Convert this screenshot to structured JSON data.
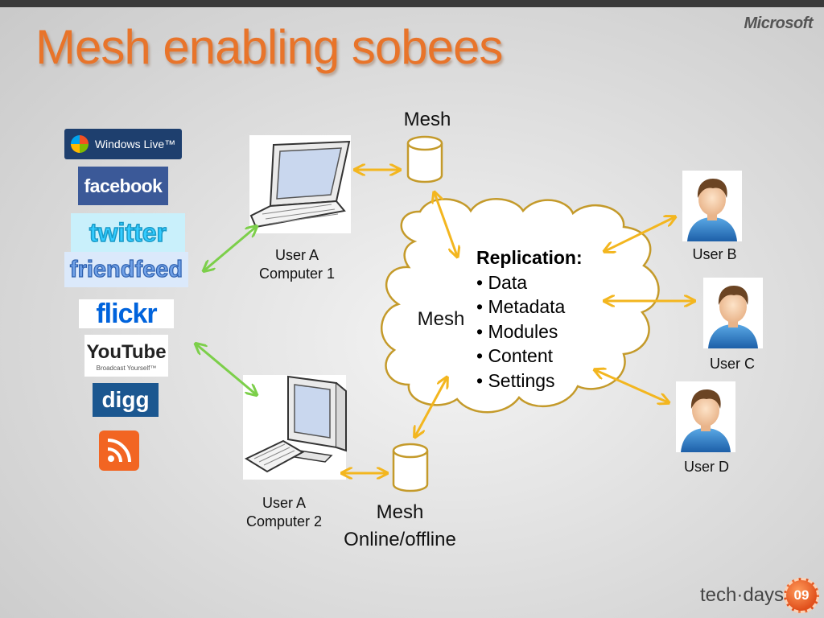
{
  "slide": {
    "title": "Mesh enabling sobees",
    "brand": "Microsoft",
    "footer": "tech·days",
    "footer_badge": "09"
  },
  "services": [
    {
      "name": "windows-live",
      "label": "Windows Live™",
      "bg": "#1e3f6e",
      "fg": "#ffffff"
    },
    {
      "name": "facebook",
      "label": "facebook",
      "bg": "#3b5998",
      "fg": "#ffffff"
    },
    {
      "name": "twitter",
      "label": "twitter",
      "bg": "#9be3f5",
      "fg": "#33ccff"
    },
    {
      "name": "friendfeed",
      "label": "friendfeed",
      "bg": "#dbe9fb",
      "fg": "#4a7fd1"
    },
    {
      "name": "flickr",
      "label": "flickr",
      "bg": "#ffffff",
      "fg": "#0063dc",
      "accent": "#ff0084"
    },
    {
      "name": "youtube",
      "label": "YouTube",
      "tagline": "Broadcast Yourself™",
      "bg": "#ffffff",
      "fg": "#222222",
      "accent": "#cc181e"
    },
    {
      "name": "digg",
      "label": "digg",
      "bg": "#1b5790",
      "fg": "#ffffff"
    },
    {
      "name": "rss",
      "label": "rss-feed-icon",
      "bg": "#f26522"
    }
  ],
  "nodes": {
    "computer1": {
      "line1": "User A",
      "line2": "Computer 1"
    },
    "computer2": {
      "line1": "User A",
      "line2": "Computer 2"
    },
    "mesh_top": "Mesh",
    "mesh_cloud": "Mesh",
    "mesh_bottom_line1": "Mesh",
    "mesh_bottom_line2": "Online/offline",
    "user_b": "User B",
    "user_c": "User C",
    "user_d": "User D"
  },
  "replication": {
    "heading": "Replication:",
    "items": [
      "• Data",
      "• Metadata",
      "• Modules",
      "• Content",
      "• Settings"
    ]
  },
  "colors": {
    "title": "#e8742a",
    "arrow_orange": "#f3b61f",
    "arrow_green": "#7ccf4a",
    "cloud_stroke": "#c49a2a",
    "cylinder_stroke": "#c49a2a"
  }
}
